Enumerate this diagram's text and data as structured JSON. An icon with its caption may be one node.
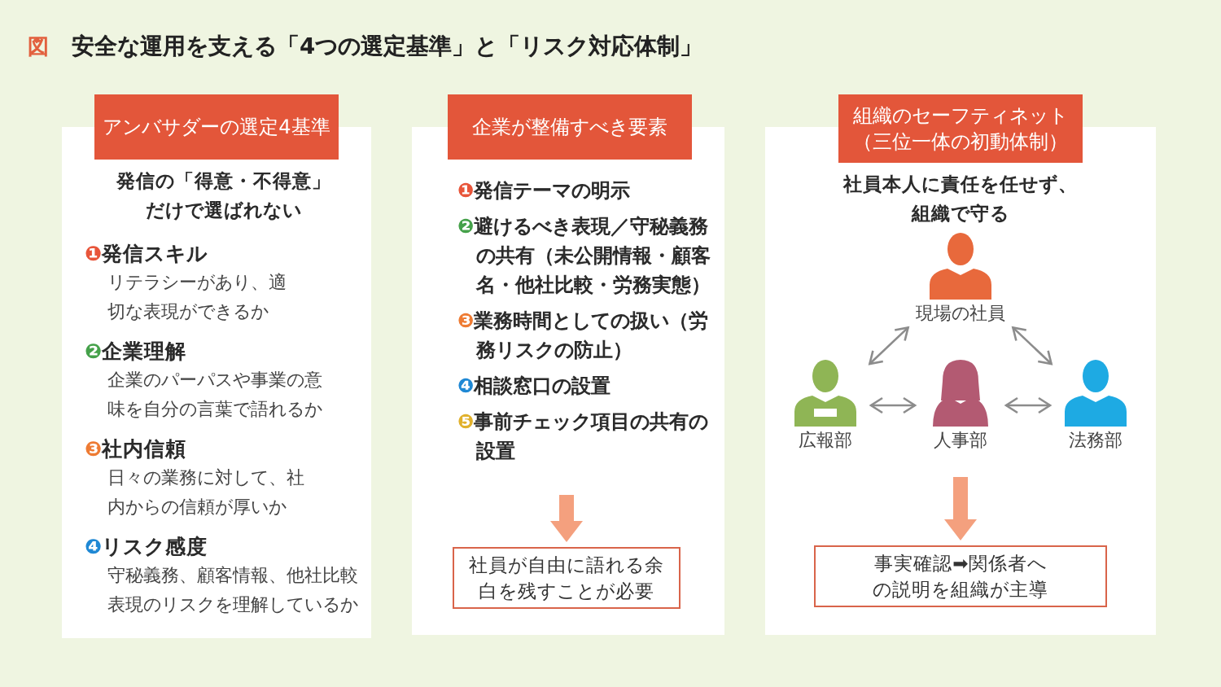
{
  "diagram": {
    "title": "安全な運用を支える「4つの選定基準」と「リスク対応体制」",
    "nodes": [
      {
        "text": [
          "アンバサダーの選定4基準",
          "発信の「得意・不得意」だけで選ばれない",
          "❶発信スキル",
          "リテラシーがあり、適切な表現ができるか",
          "❷企業理解",
          "企業のパーパスや事業の意味を自分の言葉で語れるか",
          "❸社内信頼",
          "日々の業務に対して、社内からの信頼が厚いか",
          "❹リスク感度",
          "守秘義務、顧客情報、他社比較表現のリスクを理解しているか"
        ]
      },
      {
        "text": [
          "企業が整備すべき要素",
          "❶発信テーマの明示",
          "❷避けるべき表現／守秘義務の共有（未公開情報・顧客名・他社比較・労務実態）",
          "❸業務時間としての扱い（労務リスクの防止）",
          "❹相談窓口の設置",
          "❺事前チェック項目の共有の設置"
        ]
      },
      {
        "text": [
          "社員が自由に語れる余白を残すことが必要"
        ],
        "in": 1
      },
      {
        "text": [
          "組織のセーフティネット（三位一体の初動体制）",
          "社員本人に責任を任せず、組織で守る"
        ]
      },
      {
        "text": [
          "現場の社員"
        ],
        "in": 3
      },
      {
        "text": [
          "広報部"
        ],
        "in": 3
      },
      {
        "text": [
          "人事部"
        ],
        "in": 3
      },
      {
        "text": [
          "法務部"
        ],
        "in": 3
      },
      {
        "text": [
          "事実確認➡関係者への説明を組織が主導"
        ],
        "in": 3
      }
    ],
    "edges": [
      {
        "from": null,
        "to": 2,
        "arrow": "to",
        "style": "thick",
        "color": "#f4a07e"
      },
      {
        "from": 4,
        "to": 5,
        "arrow": "both"
      },
      {
        "from": 4,
        "to": 7,
        "arrow": "both"
      },
      {
        "from": 5,
        "to": 6,
        "arrow": "both"
      },
      {
        "from": 6,
        "to": 7,
        "arrow": "both"
      },
      {
        "from": null,
        "to": 8,
        "arrow": "to",
        "style": "thick",
        "color": "#f4a07e"
      }
    ],
    "labels": [
      "図"
    ]
  }
}
